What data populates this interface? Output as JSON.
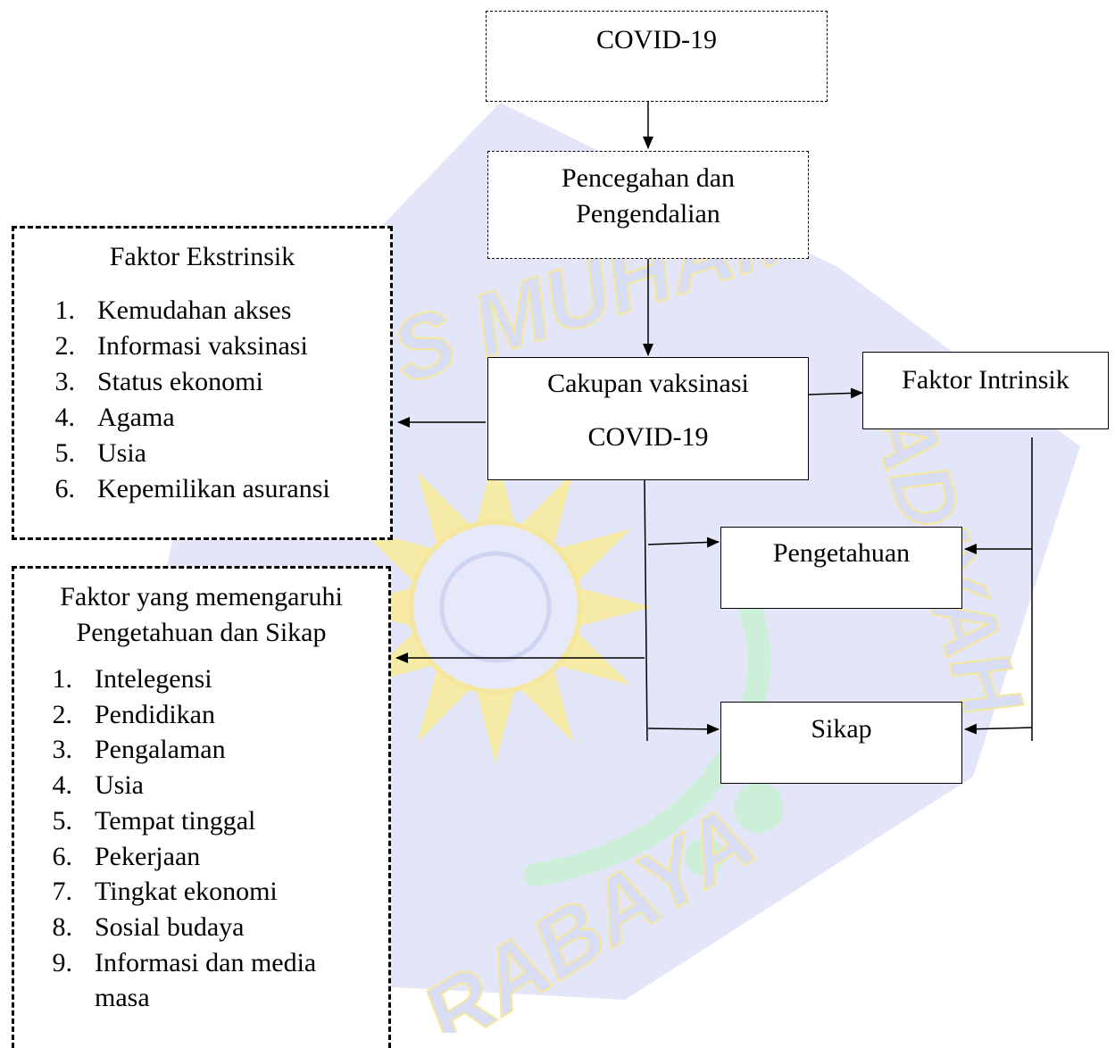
{
  "diagram": {
    "covid": {
      "title": "COVID-19"
    },
    "prevention": {
      "line1": "Pencegahan dan",
      "line2": "Pengendalian"
    },
    "coverage": {
      "line1": "Cakupan vaksinasi",
      "line2": "COVID-19"
    },
    "intrinsic": {
      "title": "Faktor Intrinsik"
    },
    "knowledge": {
      "title": "Pengetahuan"
    },
    "attitude": {
      "title": "Sikap"
    },
    "extrinsic": {
      "title": "Faktor  Ekstrinsik",
      "items": [
        {
          "num": "1.",
          "label": "Kemudahan akses"
        },
        {
          "num": "2.",
          "label": "Informasi vaksinasi"
        },
        {
          "num": "3.",
          "label": "Status ekonomi"
        },
        {
          "num": "4.",
          "label": "Agama"
        },
        {
          "num": "5.",
          "label": "Usia"
        },
        {
          "num": "6.",
          "label": "Kepemilikan asuransi"
        }
      ]
    },
    "influencing": {
      "title_line1": "Faktor yang memengaruhi",
      "title_line2": "Pengetahuan dan  Sikap",
      "items": [
        {
          "num": "1.",
          "label": "Intelegensi"
        },
        {
          "num": "2.",
          "label": "Pendidikan"
        },
        {
          "num": "3.",
          "label": "Pengalaman"
        },
        {
          "num": "4.",
          "label": "Usia"
        },
        {
          "num": "5.",
          "label": "Tempat tinggal"
        },
        {
          "num": "6.",
          "label": "Pekerjaan"
        },
        {
          "num": "7.",
          "label": "Tingkat ekonomi"
        },
        {
          "num": "8.",
          "label": "Sosial budaya"
        },
        {
          "num": "9.",
          "label": "Informasi dan media"
        },
        {
          "num": "",
          "label": "masa"
        }
      ]
    }
  },
  "watermark": {
    "text_top": "S MUHAM",
    "text_right": "ADIYAH",
    "text_bottom": "RABAYA",
    "colors": {
      "blue": "#dfe2f6",
      "yellow": "#f5e79c",
      "green": "#cdeed9"
    }
  }
}
